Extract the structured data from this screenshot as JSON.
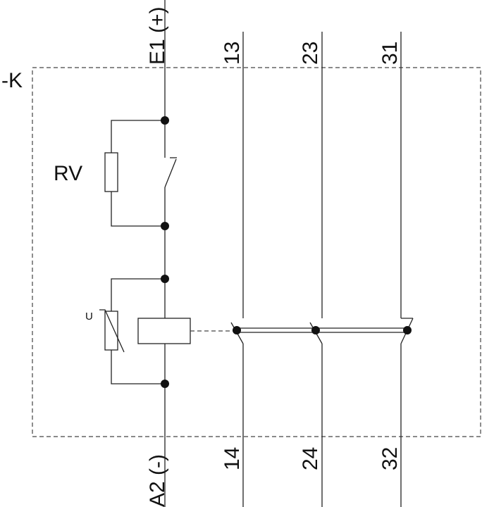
{
  "device_label": "-K",
  "coil_terminals": {
    "top": "E1 (+)",
    "bottom": "A2 (-)"
  },
  "contacts": [
    {
      "top": "13",
      "bottom": "14",
      "type": "NO"
    },
    {
      "top": "23",
      "bottom": "24",
      "type": "NO"
    },
    {
      "top": "31",
      "bottom": "32",
      "type": "NC"
    }
  ],
  "resistor_label": "RV",
  "varistor_label": "U"
}
